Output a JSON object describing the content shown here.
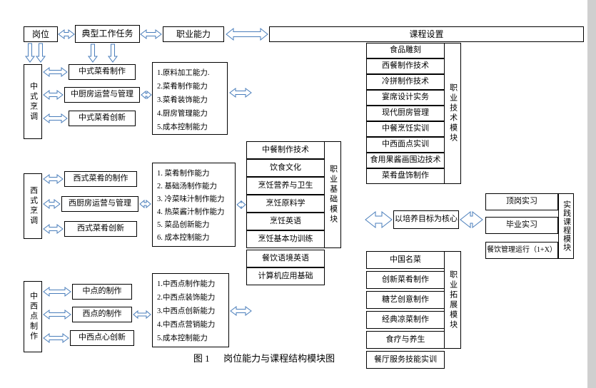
{
  "colors": {
    "arrow": "#4a7ebb",
    "border": "#000000"
  },
  "caption": "图 1      岗位能力与课程结构模块图",
  "top": {
    "post": "岗位",
    "tasks": "典型工作任务",
    "ability": "职业能力",
    "courses": "课程设置"
  },
  "core": "以培养目标为核心",
  "groups": [
    {
      "category": "中式烹调",
      "items": [
        "中式菜肴制作",
        "中厨房运营与管理",
        "中式菜肴创新"
      ],
      "abilities": [
        "1.原料加工能力.",
        "2.菜肴制作能力",
        "3.菜肴装饰能力",
        "4.厨房管理能力",
        "5.成本控制能力"
      ]
    },
    {
      "category": "西式烹调",
      "items": [
        "西式菜肴的制作",
        "西厨房运营与管理",
        "西式菜肴创新"
      ],
      "abilities": [
        "1. 菜肴制作能力",
        "2. 基础汤制作能力",
        "3. 冷菜味汁制作能力",
        "4. 热菜酱汁制作能力",
        "5. 菜品创新能力",
        "6. 成本控制能力"
      ]
    },
    {
      "category": "中西点制作",
      "items": [
        "中点的制作",
        "西点的制作",
        "中西点心创新"
      ],
      "abilities": [
        "1.中西点制作能力",
        "2.中西点装饰能力",
        "3.中西点创新能力",
        "4.中西点营销能力",
        "5.成本控制能力"
      ]
    }
  ],
  "modules": {
    "foundation": {
      "label": "职业基础模块",
      "courses": [
        "中餐制作技术",
        "饮食文化",
        "烹饪营养与卫生",
        "烹饪原料学",
        "烹饪英语",
        "烹饪基本功训练",
        "餐饮语境英语",
        "计算机应用基础"
      ]
    },
    "technical": {
      "label": "职业技术模块",
      "courses": [
        "食品雕刻",
        "西餐制作技术",
        "冷拼制作技术",
        "宴席设计实务",
        "现代厨房管理",
        "中餐烹饪实训",
        "中西面点实训",
        "食用果酱画围边技术",
        "菜肴盘饰制作"
      ]
    },
    "expansion": {
      "label": "职业拓展模块",
      "courses": [
        "中国名菜",
        "创新菜肴制作",
        "糖艺创意制作",
        "经典凉菜制作",
        "食疗与养生",
        "餐厅服务技能实训"
      ]
    },
    "practice": {
      "label": "实践课程模块",
      "courses": [
        "顶岗实习",
        "毕业实习",
        "餐饮管理运行（1+X）"
      ]
    }
  }
}
